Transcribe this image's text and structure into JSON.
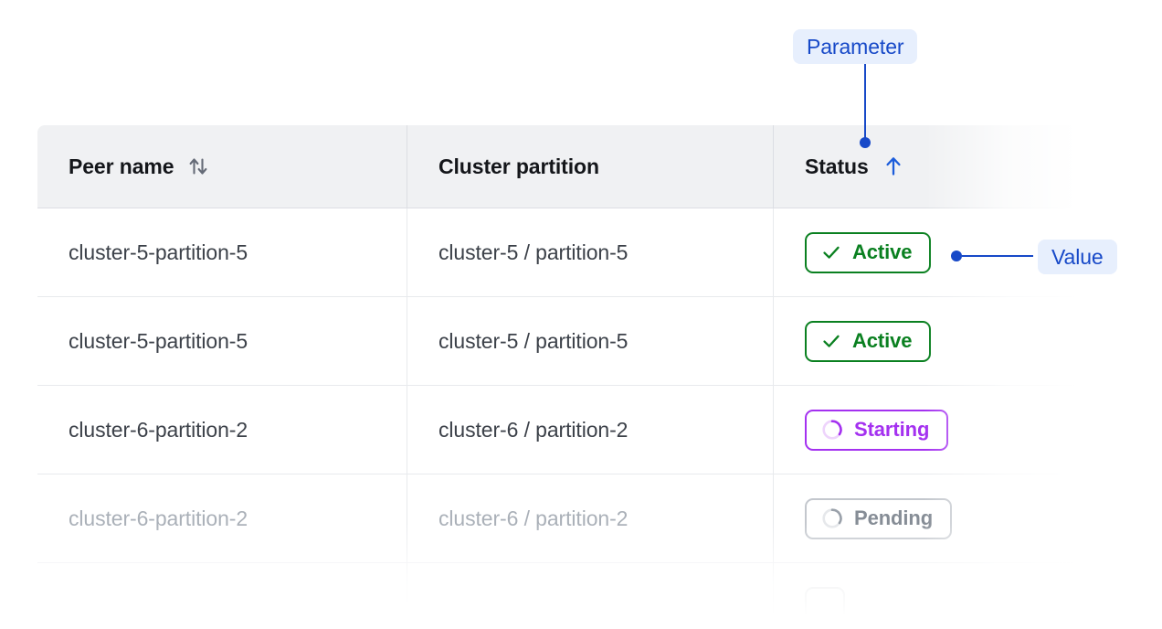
{
  "table": {
    "columns": [
      {
        "key": "peer_name",
        "label": "Peer name",
        "sort_icon": "sort-updown-icon",
        "sort_state": "none"
      },
      {
        "key": "cluster_partition",
        "label": "Cluster partition",
        "sort_icon": "none",
        "sort_state": "none"
      },
      {
        "key": "status",
        "label": "Status",
        "sort_icon": "arrow-up-icon",
        "sort_state": "ascending"
      }
    ],
    "rows": [
      {
        "peer_name": "cluster-5-partition-5",
        "cluster_partition": "cluster-5 / partition-5",
        "status": {
          "label": "Active",
          "icon": "check-icon",
          "variant": "active"
        },
        "muted": false
      },
      {
        "peer_name": "cluster-5-partition-5",
        "cluster_partition": "cluster-5 / partition-5",
        "status": {
          "label": "Active",
          "icon": "check-icon",
          "variant": "active"
        },
        "muted": false
      },
      {
        "peer_name": "cluster-6-partition-2",
        "cluster_partition": "cluster-6 / partition-2",
        "status": {
          "label": "Starting",
          "icon": "spinner-icon",
          "variant": "starting"
        },
        "muted": false
      },
      {
        "peer_name": "cluster-6-partition-2",
        "cluster_partition": "cluster-6 / partition-2",
        "status": {
          "label": "Pending",
          "icon": "spinner-icon",
          "variant": "pending"
        },
        "muted": true
      }
    ]
  },
  "callouts": [
    {
      "id": "parameter",
      "label": "Parameter",
      "target": "status-column-header",
      "connector": "vertical-line-with-dot"
    },
    {
      "id": "value",
      "label": "Value",
      "target": "status-badge-row-1",
      "connector": "horizontal-line-with-dot"
    }
  ],
  "colors": {
    "callout_accent": "#1749c8",
    "callout_chip_bg": "#e7effd",
    "status_active": "#0a8020",
    "status_starting": "#a431f0",
    "status_pending": "#868d96",
    "header_bg": "#f0f1f3",
    "border": "#dcdee3",
    "row_border": "#e8eaed",
    "text_primary": "#14161a",
    "text_body": "#3c4149",
    "text_muted": "#aab0b8"
  }
}
